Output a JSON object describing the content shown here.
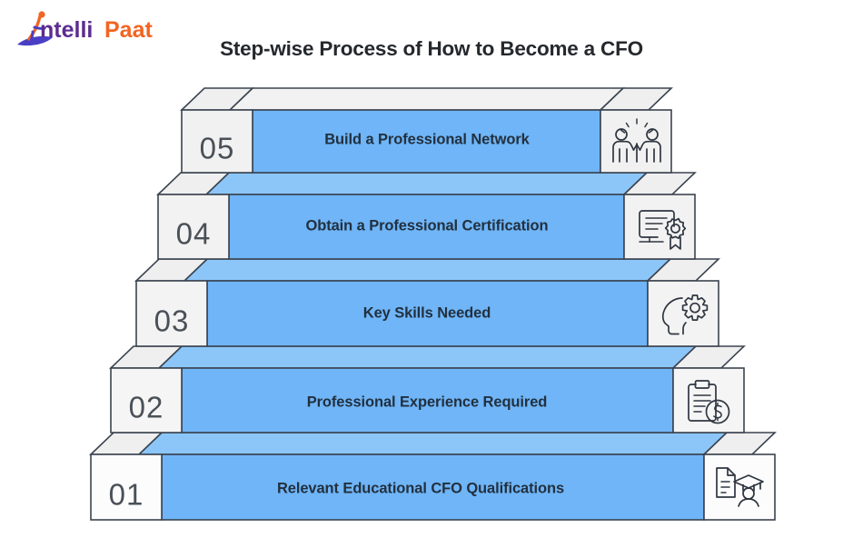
{
  "brand": {
    "name": "IntelliPaat",
    "name_part_1": "ntelli",
    "name_part_2": "Paat",
    "color_primary": "#5b2d90",
    "color_accent": "#f26522"
  },
  "header": {
    "title": "Step-wise Process of How to Become a CFO"
  },
  "diagram": {
    "type": "staircase",
    "direction": "ascending",
    "colors": {
      "step_face": "#6fb5f7",
      "step_top": "#8cc6f9",
      "box_face": "#f4f4f4",
      "box_top": "#efefef",
      "outline": "#3b4450",
      "number_text": "#4a5058",
      "label_text": "#22303f"
    },
    "steps": [
      {
        "number": "05",
        "label": "Build a Professional Network",
        "icon": "people-celebrate-icon",
        "order": 5
      },
      {
        "number": "04",
        "label": "Obtain a Professional Certification",
        "icon": "certificate-award-icon",
        "order": 4
      },
      {
        "number": "03",
        "label": "Key Skills Needed",
        "icon": "head-gear-icon",
        "order": 3
      },
      {
        "number": "02",
        "label": "Professional Experience Required",
        "icon": "clipboard-dollar-icon",
        "order": 2
      },
      {
        "number": "01",
        "label": "Relevant Educational CFO Qualifications",
        "icon": "document-graduate-icon",
        "order": 1
      }
    ]
  }
}
